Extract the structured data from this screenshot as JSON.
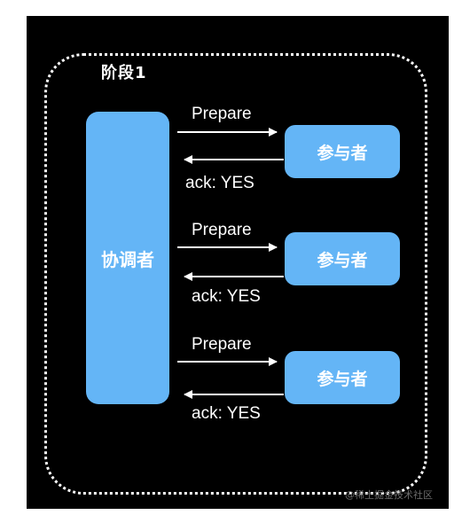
{
  "colors": {
    "background": "#000000",
    "node": "#64b5f6",
    "text": "#ffffff",
    "arrow": "#ffffff"
  },
  "phase": {
    "title": "阶段1"
  },
  "coordinator": {
    "label": "协调者"
  },
  "participants": [
    {
      "label": "参与者",
      "request": "Prepare",
      "response": "ack: YES"
    },
    {
      "label": "参与者",
      "request": "Prepare",
      "response": "ack: YES"
    },
    {
      "label": "参与者",
      "request": "Prepare",
      "response": "ack: YES"
    }
  ],
  "watermark": "@稀土掘金技术社区"
}
